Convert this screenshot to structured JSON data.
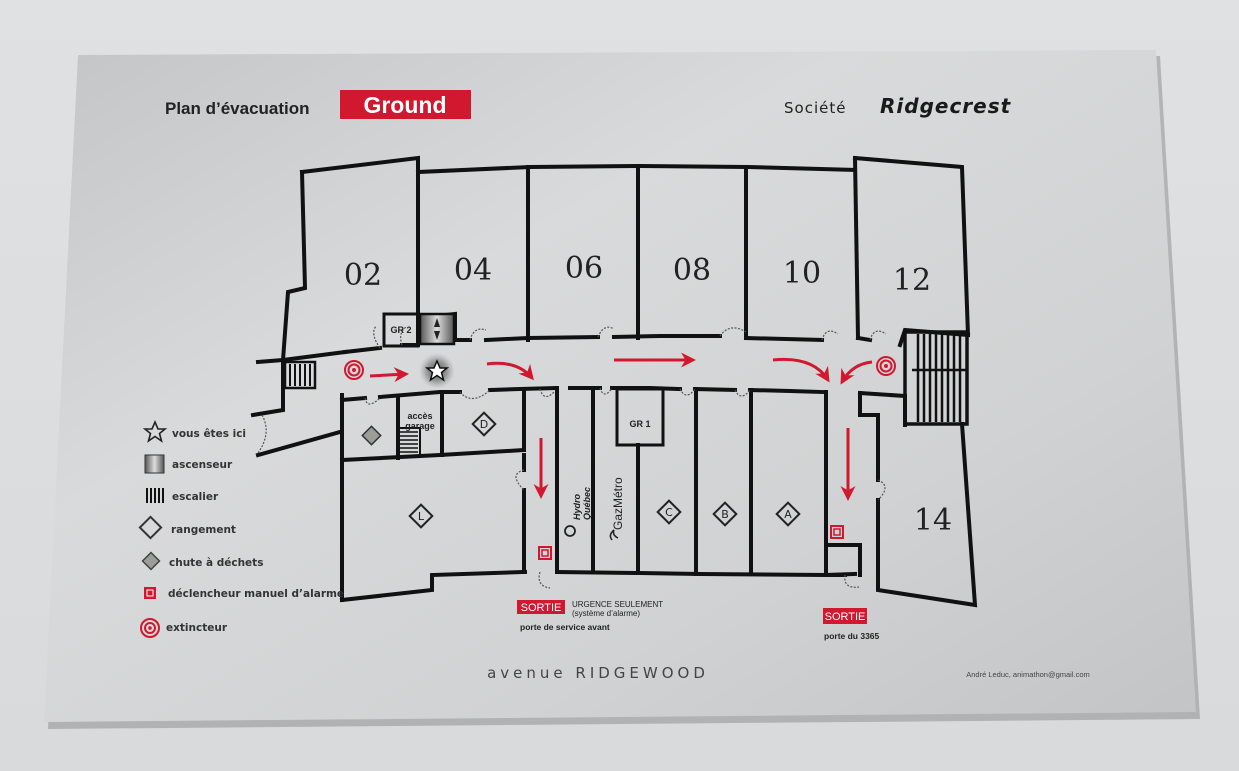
{
  "sign": {
    "title_prefix": "Plan d’évacuation",
    "title_floor": "Ground",
    "company_prefix": "Société",
    "company_name": "Ridgecrest",
    "street": "avenue RIDGEWOOD",
    "credit": "André Leduc, animathon@gmail.com",
    "colors": {
      "accent_red": "#d2182f",
      "plate": "#cfd0d1",
      "ink": "#1a1a1a"
    }
  },
  "rooms": {
    "r02": "02",
    "r04": "04",
    "r06": "06",
    "r08": "08",
    "r10": "10",
    "r12": "12",
    "r14": "14"
  },
  "small_rooms": {
    "gr2": "GR 2",
    "gr1": "GR 1",
    "garage_line1": "accès",
    "garage_line2": "garage",
    "hydro_line1": "Hydro",
    "hydro_line2": "Québec",
    "gazmetro": "GazMétro"
  },
  "storage_lockers": {
    "l": "L",
    "d": "D",
    "c": "C",
    "b": "B",
    "a": "A"
  },
  "legend": [
    {
      "icon": "star-icon",
      "label": "vous êtes ici"
    },
    {
      "icon": "elevator-icon",
      "label": "ascenseur"
    },
    {
      "icon": "stairs-icon",
      "label": "escalier"
    },
    {
      "icon": "storage-diamond-icon",
      "label": "rangement"
    },
    {
      "icon": "trash-chute-icon",
      "label": "chute à déchets"
    },
    {
      "icon": "alarm-pull-icon",
      "label": "déclencheur manuel d’alarme"
    },
    {
      "icon": "extinguisher-icon",
      "label": "extincteur"
    }
  ],
  "exits": [
    {
      "badge": "SORTIE",
      "note_line1": "URGENCE SEULEMENT",
      "note_line2": "(système d’alarme)",
      "caption": "porte de service avant"
    },
    {
      "badge": "SORTIE",
      "caption": "porte du 3365"
    }
  ]
}
